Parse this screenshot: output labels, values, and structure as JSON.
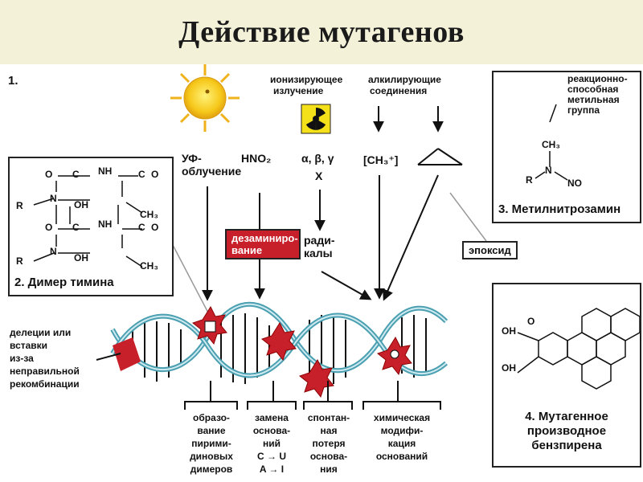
{
  "title": "Действие мутагенов",
  "section_number": "1.",
  "mutagens": {
    "uv": [
      "УФ-",
      "облучение"
    ],
    "hno2": "HNO₂",
    "ionizing": [
      "ионизирующее",
      "излучение"
    ],
    "ionizing_types": "α, β, γ",
    "xray": "X",
    "alkylating": [
      "алкилирующие",
      "соединения"
    ],
    "ch3": "[CH₃⁺]"
  },
  "boxes": {
    "thymine_dimer": "2. Димер тимина",
    "methylnitrosamine": "3. Метилнитрозамин",
    "methyl_group": [
      "реакционно-",
      "способная",
      "метильная",
      "группа"
    ],
    "mutagenic_derivative": [
      "4. Мутагенное",
      "производное",
      "бензпирена"
    ]
  },
  "badges": {
    "deamination": [
      "дезаминиро-",
      "вание"
    ],
    "radicals": [
      "ради-",
      "калы"
    ],
    "epoxide": "эпоксид"
  },
  "left_note": [
    "делеции или",
    "вставки",
    "из-за",
    "неправильной",
    "рекомбинации"
  ],
  "bottom": {
    "col1": [
      "образо-",
      "вание",
      "пирими-",
      "диновых",
      "димеров"
    ],
    "col2": [
      "замена",
      "основа-",
      "ний",
      "C → U",
      "A → I"
    ],
    "col3": [
      "спонтан-",
      "ная",
      "потеря",
      "основа-",
      "ния"
    ],
    "col4": [
      "химическая",
      "модифи-",
      "кация",
      "оснований"
    ]
  },
  "chem": {
    "dimer": {
      "O1": "O",
      "C1": "C",
      "NH1": "NH",
      "C2": "C",
      "O2": "O",
      "R1": "R",
      "N1": "N",
      "OH1": "OH",
      "CH3a": "CH₃",
      "O3": "O",
      "C3": "C",
      "NH2": "NH",
      "C4": "C",
      "O4": "O",
      "R2": "R",
      "N2": "N",
      "OH2": "OH",
      "CH3b": "CH₃"
    },
    "nitros": {
      "CH3": "CH₃",
      "R": "R",
      "N": "N",
      "NO": "NO"
    },
    "benz": {
      "O": "O",
      "OH1": "OH",
      "OH2": "OH"
    }
  },
  "colors": {
    "title_band": "#f3f1d8",
    "helix": "#4a9fb0",
    "damage": "#c8202a",
    "badge": "#c8202a",
    "sun": "#f2c21a"
  }
}
